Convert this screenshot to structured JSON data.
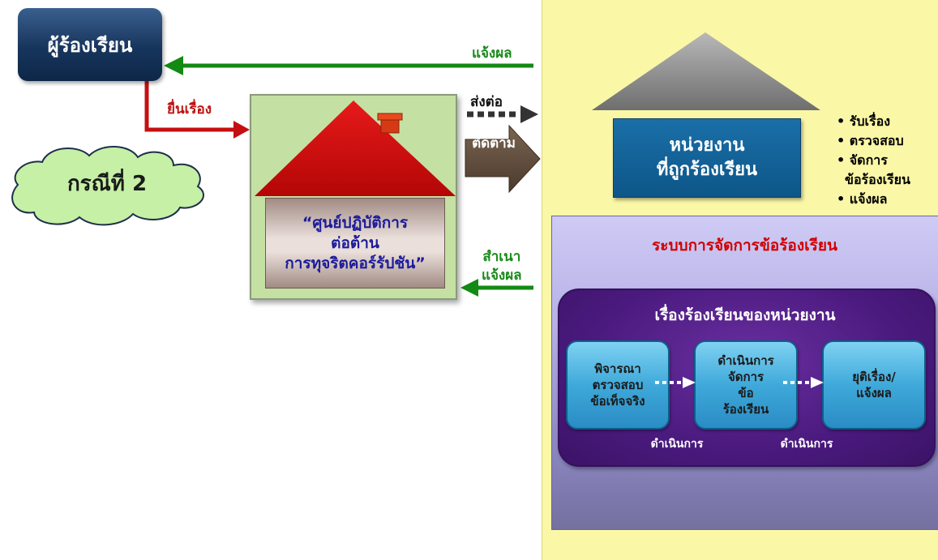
{
  "complainant": {
    "label": "ผู้ร้องเรียน"
  },
  "case_label": "กรณีที่ 2",
  "arrows": {
    "notify_result": "แจ้งผล",
    "submit_complaint": "ยื่นเรื่อง",
    "forward": "ส่งต่อ",
    "follow_up": "ติดตาม",
    "copy_result": [
      "สำเนา",
      "แจ้งผล"
    ]
  },
  "center": {
    "lines": [
      "“ศูนย์ปฏิบัติการ",
      "ต่อต้าน",
      "การทุจริตคอร์รัปชัน”"
    ]
  },
  "agency": {
    "lines": [
      "หน่วยงาน",
      "ที่ถูกร้องเรียน"
    ],
    "steps": [
      "• รับเรื่อง",
      "• ตรวจสอบ",
      "•  จัดการ",
      "  ข้อร้องเรียน",
      "• แจ้งผล"
    ]
  },
  "system": {
    "title": "ระบบการจัดการข้อร้องเรียน",
    "subtitle": "เรื่องร้องเรียนของหน่วยงาน",
    "boxes": [
      {
        "lines": [
          "พิจารณา",
          "ตรวจสอบ",
          "ข้อเท็จจริง"
        ]
      },
      {
        "lines": [
          "ดำเนินการ",
          "จัดการ",
          "ข้อ",
          "ร้องเรียน"
        ]
      },
      {
        "lines": [
          "ยุติเรื่อง/",
          "แจ้งผล"
        ]
      }
    ],
    "operation_labels": [
      "ดำเนินการ",
      "ดำเนินการ"
    ]
  }
}
